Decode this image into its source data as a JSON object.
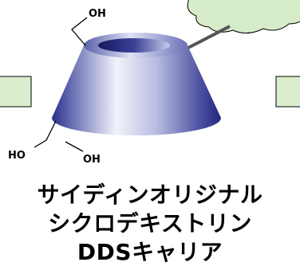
{
  "labels": {
    "top": "OH",
    "bottom_left": "HO",
    "bottom_right": "OH"
  },
  "caption": {
    "line1": "サイディンオリジナル",
    "line2": "シクロデキストリン",
    "line3": "DDSキャリア"
  },
  "colors": {
    "cone_dark": "#2a2f8a",
    "cone_light": "#f2f3fb",
    "cloud_fill": "#d6ecc9",
    "box_fill": "#daeece",
    "outline": "#000000"
  }
}
